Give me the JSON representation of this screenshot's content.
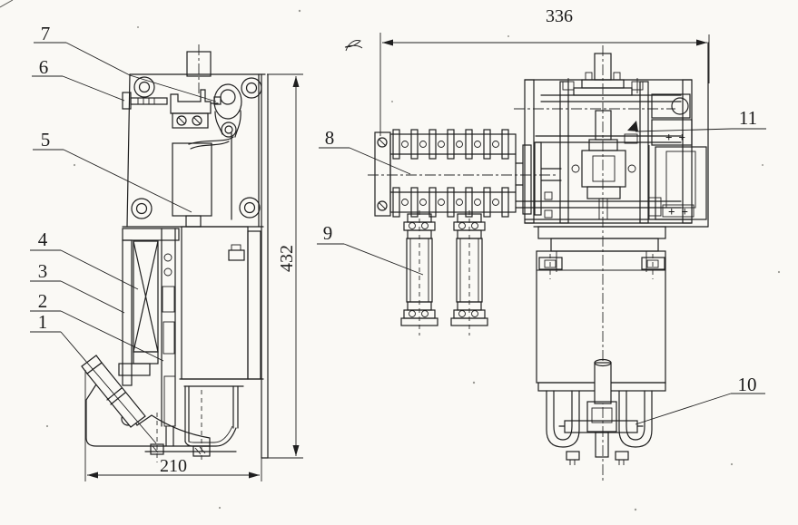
{
  "callouts": [
    {
      "label": "1"
    },
    {
      "label": "2"
    },
    {
      "label": "3"
    },
    {
      "label": "4"
    },
    {
      "label": "5"
    },
    {
      "label": "6"
    },
    {
      "label": "7"
    },
    {
      "label": "8"
    },
    {
      "label": "9"
    },
    {
      "label": "10"
    },
    {
      "label": "11"
    }
  ],
  "dimensions": {
    "overall_width_right_view": "336",
    "overall_height_left_view": "432",
    "base_width_left_view": "210"
  },
  "annotations": {
    "plus_marks_upper": "+ +",
    "plus_marks_lower": "+ +"
  },
  "colors": {
    "ink": "#1f1f1f",
    "paper": "#faf9f5"
  }
}
